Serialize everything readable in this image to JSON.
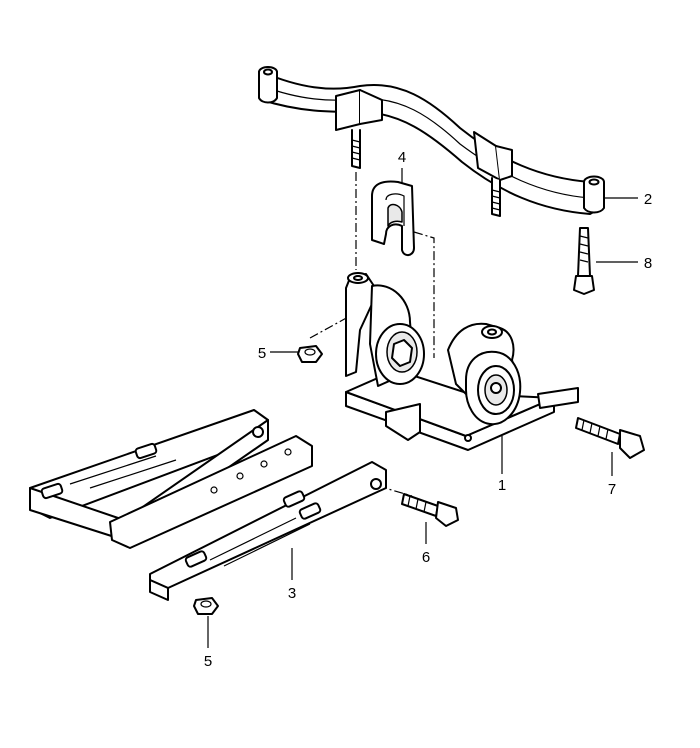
{
  "callouts": {
    "c1": "1",
    "c2": "2",
    "c3": "3",
    "c4": "4",
    "c5a": "5",
    "c5b": "5",
    "c6": "6",
    "c7": "7",
    "c8": "8"
  },
  "colors": {
    "line": "#000000",
    "fill": "#ffffff"
  }
}
